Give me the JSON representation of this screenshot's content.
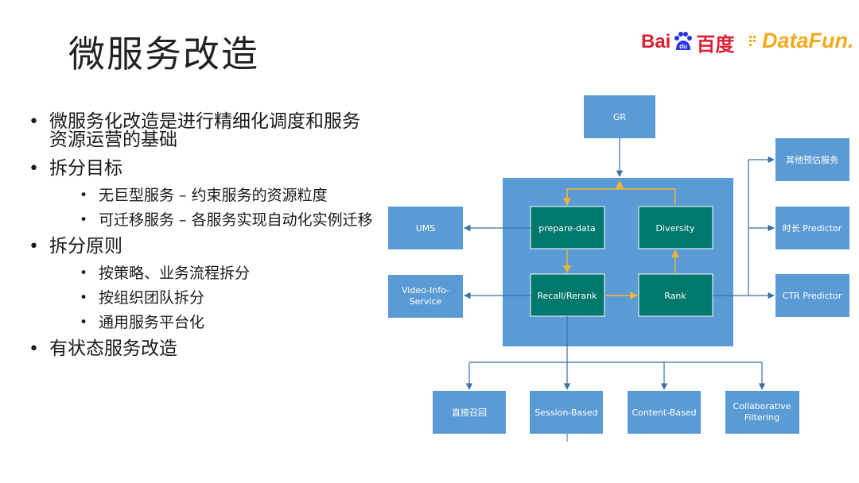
{
  "title": "微服务改造",
  "logos": {
    "baidu": "Bai百度",
    "baidu_paw_text": "du",
    "datafun": "DataFun."
  },
  "bullets": {
    "b1": "微服务化改造是进行精细化调度和服务资源运营的基础",
    "b2": "拆分目标",
    "b2_1": "无巨型服务 – 约束服务的资源粒度",
    "b2_2": "可迁移服务 – 各服务实现自动化实例迁移",
    "b3": "拆分原则",
    "b3_1": "按策略、业务流程拆分",
    "b3_2": "按组织团队拆分",
    "b3_3": "通用服务平台化",
    "b4": "有状态服务改造"
  },
  "diagram": {
    "gr": "GR",
    "ums": "UMS",
    "video_info_1": "Video-Info-",
    "video_info_2": "Service",
    "prepare_data": "prepare-data",
    "diversity": "Diversity",
    "recall_rerank": "Recall/Rerank",
    "rank": "Rank",
    "other_predict": "其他预估服务",
    "duration_predictor": "时长 Predictor",
    "ctr_predictor": "CTR Predictor",
    "direct_recall": "直接召回",
    "session_based": "Session-Based",
    "content_based": "Content-Based",
    "collab_1": "Collaborative",
    "collab_2": "Filtering"
  },
  "colors": {
    "box_blue": "#5b9bd5",
    "container_blue": "#5b9bd5",
    "teal": "#00786b",
    "arrow_yellow": "#f2b632",
    "line_blue": "#3a6fa8"
  }
}
